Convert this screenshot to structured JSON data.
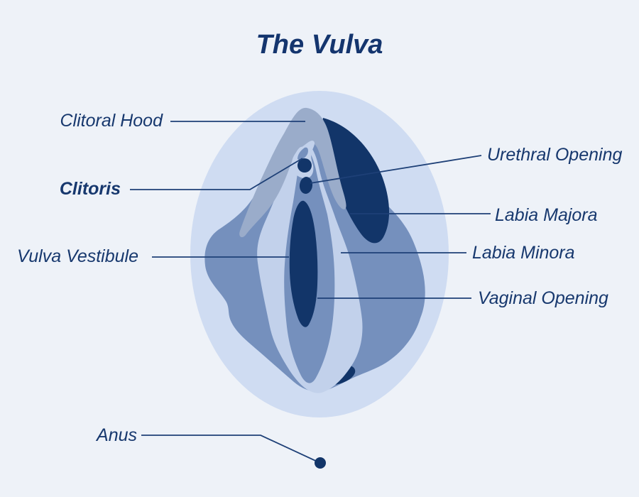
{
  "title": "The Vulva",
  "labels": {
    "clitoral_hood": "Clitoral Hood",
    "clitoris": "Clitoris",
    "vulva_vestibule": "Vulva Vestibule",
    "anus": "Anus",
    "urethral_opening": "Urethral Opening",
    "labia_majora": "Labia Majora",
    "labia_minora": "Labia Minora",
    "vaginal_opening": "Vaginal Opening"
  },
  "colors": {
    "background": "#EEF2F8",
    "backdrop_ellipse": "#CFDCF2",
    "labia_majora_fill": "#7590BD",
    "labia_minora_fill": "#C2D1EB",
    "clitoral_hood_fill": "#9AACCA",
    "dark_navy": "#123569",
    "leader_line": "#1E4077",
    "label_text": "#17386E"
  }
}
